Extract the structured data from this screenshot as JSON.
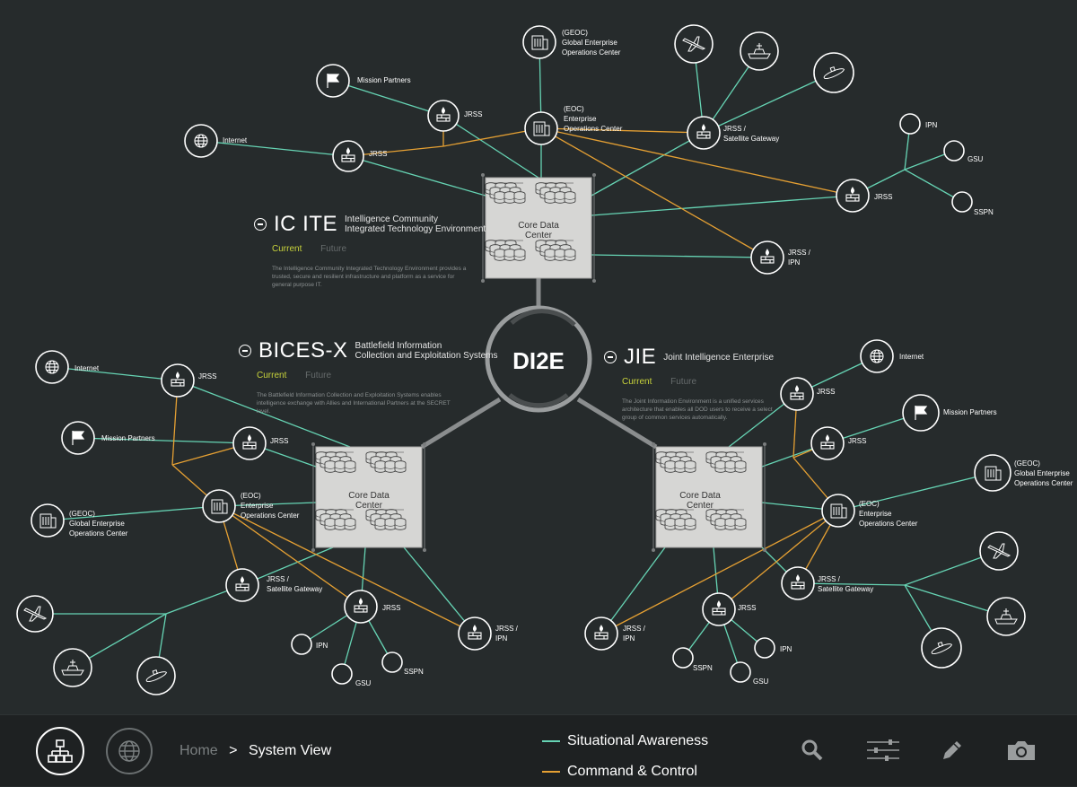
{
  "colors": {
    "situational": "#66d4b4",
    "command": "#e5a033",
    "background": "#262b2c",
    "current_tab": "#c8d33b"
  },
  "center": {
    "label": "DI2E"
  },
  "data_centers": [
    {
      "id": "icite",
      "title_line1": "Core Data",
      "title_line2": "Center"
    },
    {
      "id": "bices",
      "title_line1": "Core Data",
      "title_line2": "Center"
    },
    {
      "id": "jie",
      "title_line1": "Core Data",
      "title_line2": "Center"
    }
  ],
  "systems": {
    "icite": {
      "name": "IC ITE",
      "full_line1": "Intelligence Community",
      "full_line2": "Integrated Technology Environment",
      "tab_current": "Current",
      "tab_future": "Future",
      "description": "The Intelligence Community Integrated Technology Environment provides a trusted, secure and resilient infrastructure and platform as a service for general purpose IT."
    },
    "bices": {
      "name": "BICES-X",
      "full_line1": "Battlefield Information",
      "full_line2": "Collection and Exploitation Systems",
      "tab_current": "Current",
      "tab_future": "Future",
      "description": "The Battlefield Information Collection and Exploitation Systems enables intelligence exchange with Allies and International Partners at the SECRET level."
    },
    "jie": {
      "name": "JIE",
      "full_line1": "Joint Intelligence Enterprise",
      "full_line2": "",
      "tab_current": "Current",
      "tab_future": "Future",
      "description": "The Joint Information Environment is a unified services architecture that enables all DOD users to receive a select group of common services automatically."
    }
  },
  "nodes": [
    {
      "id": "a_geoc",
      "icon": "building-icon",
      "label": [
        "(GEOC)",
        "Global Enterprise",
        "Operations Center"
      ]
    },
    {
      "id": "a_eoc",
      "icon": "building-icon",
      "label": [
        "(EOC)",
        "Enterprise",
        "Operations Center"
      ]
    },
    {
      "id": "a_mp",
      "icon": "flag-icon",
      "label": [
        "Mission Partners"
      ]
    },
    {
      "id": "a_jrss1",
      "icon": "firewall-icon",
      "label": [
        "JRSS"
      ]
    },
    {
      "id": "a_net",
      "icon": "globe-icon",
      "label": [
        "Internet"
      ]
    },
    {
      "id": "a_jrss2",
      "icon": "firewall-icon",
      "label": [
        "JRSS"
      ]
    },
    {
      "id": "a_jet",
      "icon": "jet-icon",
      "label": []
    },
    {
      "id": "a_ship",
      "icon": "ship-icon",
      "label": []
    },
    {
      "id": "a_sub",
      "icon": "submarine-icon",
      "label": []
    },
    {
      "id": "a_sat",
      "icon": "firewall-icon",
      "label": [
        "JRSS /",
        "Satellite Gateway"
      ]
    },
    {
      "id": "a_ipn",
      "icon": "none",
      "label": [
        "IPN"
      ]
    },
    {
      "id": "a_gsu",
      "icon": "none",
      "label": [
        "GSU"
      ]
    },
    {
      "id": "a_sspn",
      "icon": "none",
      "label": [
        "SSPN"
      ]
    },
    {
      "id": "a_jrss3",
      "icon": "firewall-icon",
      "label": [
        "JRSS"
      ]
    },
    {
      "id": "a_jrssipn",
      "icon": "firewall-icon",
      "label": [
        "JRSS /",
        "IPN"
      ]
    },
    {
      "id": "b_net",
      "icon": "globe-icon",
      "label": [
        "Internet"
      ]
    },
    {
      "id": "b_jrss1",
      "icon": "firewall-icon",
      "label": [
        "JRSS"
      ]
    },
    {
      "id": "b_mp",
      "icon": "flag-icon",
      "label": [
        "Mission Partners"
      ]
    },
    {
      "id": "b_jrss2",
      "icon": "firewall-icon",
      "label": [
        "JRSS"
      ]
    },
    {
      "id": "b_eoc",
      "icon": "building-icon",
      "label": [
        "(EOC)",
        "Enterprise",
        "Operations Center"
      ]
    },
    {
      "id": "b_geoc",
      "icon": "building-icon",
      "label": [
        "(GEOC)",
        "Global Enterprise",
        "Operations Center"
      ]
    },
    {
      "id": "b_sat",
      "icon": "firewall-icon",
      "label": [
        "JRSS /",
        "Satellite Gateway"
      ]
    },
    {
      "id": "b_jet",
      "icon": "jet-icon",
      "label": []
    },
    {
      "id": "b_ship",
      "icon": "ship-icon",
      "label": []
    },
    {
      "id": "b_sub",
      "icon": "submarine-icon",
      "label": []
    },
    {
      "id": "b_jrss3",
      "icon": "firewall-icon",
      "label": [
        "JRSS"
      ]
    },
    {
      "id": "b_ipn",
      "icon": "none",
      "label": [
        "IPN"
      ]
    },
    {
      "id": "b_gsu",
      "icon": "none",
      "label": [
        "GSU"
      ]
    },
    {
      "id": "b_sspn",
      "icon": "none",
      "label": [
        "SSPN"
      ]
    },
    {
      "id": "b_jrssipn",
      "icon": "firewall-icon",
      "label": [
        "JRSS /",
        "IPN"
      ]
    },
    {
      "id": "c_net",
      "icon": "globe-icon",
      "label": [
        "Internet"
      ]
    },
    {
      "id": "c_jrss1",
      "icon": "firewall-icon",
      "label": [
        "JRSS"
      ]
    },
    {
      "id": "c_mp",
      "icon": "flag-icon",
      "label": [
        "Mission Partners"
      ]
    },
    {
      "id": "c_jrss2",
      "icon": "firewall-icon",
      "label": [
        "JRSS"
      ]
    },
    {
      "id": "c_geoc",
      "icon": "building-icon",
      "label": [
        "(GEOC)",
        "Global Enterprise",
        "Operations Center"
      ]
    },
    {
      "id": "c_eoc",
      "icon": "building-icon",
      "label": [
        "(EOC)",
        "Enterprise",
        "Operations Center"
      ]
    },
    {
      "id": "c_sat",
      "icon": "firewall-icon",
      "label": [
        "JRSS /",
        "Satellite Gateway"
      ]
    },
    {
      "id": "c_jet",
      "icon": "jet-icon",
      "label": []
    },
    {
      "id": "c_ship",
      "icon": "ship-icon",
      "label": []
    },
    {
      "id": "c_sub",
      "icon": "submarine-icon",
      "label": []
    },
    {
      "id": "c_jrss3",
      "icon": "firewall-icon",
      "label": [
        "JRSS"
      ]
    },
    {
      "id": "c_ipn",
      "icon": "none",
      "label": [
        "IPN"
      ]
    },
    {
      "id": "c_gsu",
      "icon": "none",
      "label": [
        "GSU"
      ]
    },
    {
      "id": "c_sspn",
      "icon": "none",
      "label": [
        "SSPN"
      ]
    },
    {
      "id": "c_jrssipn",
      "icon": "firewall-icon",
      "label": [
        "JRSS /",
        "IPN"
      ]
    }
  ],
  "footer": {
    "breadcrumb_home": "Home",
    "breadcrumb_sep": ">",
    "breadcrumb_current": "System View",
    "legend_situational": "Situational Awareness",
    "legend_command": "Command & Control",
    "tools": [
      "search-icon",
      "sliders-icon",
      "pencil-icon",
      "camera-icon"
    ]
  }
}
